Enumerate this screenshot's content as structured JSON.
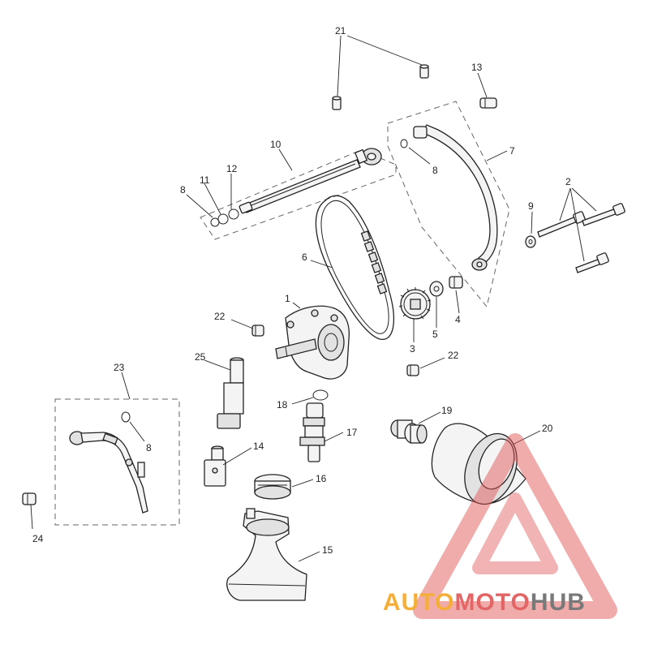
{
  "callouts": {
    "c1": "1",
    "c2": "2",
    "c3": "3",
    "c4": "4",
    "c5": "5",
    "c6": "6",
    "c7": "7",
    "c8a": "8",
    "c8b": "8",
    "c8c": "8",
    "c9": "9",
    "c10": "10",
    "c11": "11",
    "c12": "12",
    "c13": "13",
    "c14": "14",
    "c15": "15",
    "c16": "16",
    "c17": "17",
    "c18": "18",
    "c19": "19",
    "c20": "20",
    "c21": "21",
    "c22a": "22",
    "c22b": "22",
    "c23": "23",
    "c24": "24",
    "c25": "25"
  },
  "watermark": {
    "part1": "AUTO",
    "part2": "MOTO",
    "part3": "HUB",
    "colors": {
      "orange": "#f5a623",
      "red": "#e05555",
      "gray": "#6b6b6b"
    }
  }
}
